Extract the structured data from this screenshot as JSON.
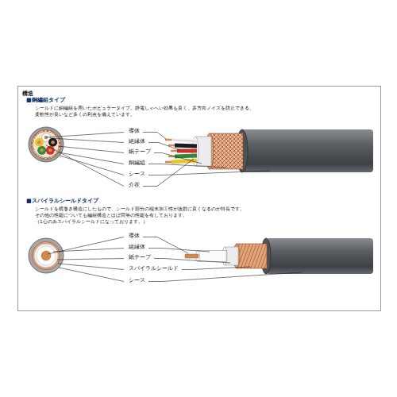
{
  "diagram": {
    "nodes": [
      {
        "text": [
          "構造"
        ]
      }
    ],
    "labels": [
      "■銅編組タイプ",
      "シールドに銅編組を用いたポピュラータイプ。静電しゃへい効果も良く、多方向ノイズを防止できる、",
      "柔軟性が良いなど多くの利点を備えています。",
      "導体",
      "絶縁体",
      "紙テープ",
      "銅編組",
      "シース",
      "介在",
      "■スパイラルシールドタイプ",
      "シールドを横巻き構造にしたもので、シールド部分の端末加工性が抜群に良くなるのが特長です。",
      "その他の性能についても編組構造とほぼ同等の性能を有しております。",
      "（1心のみスパイラルシールドになっております。）",
      "導体",
      "絶縁体",
      "紙テープ",
      "スパイラルシールド",
      "シース"
    ]
  }
}
